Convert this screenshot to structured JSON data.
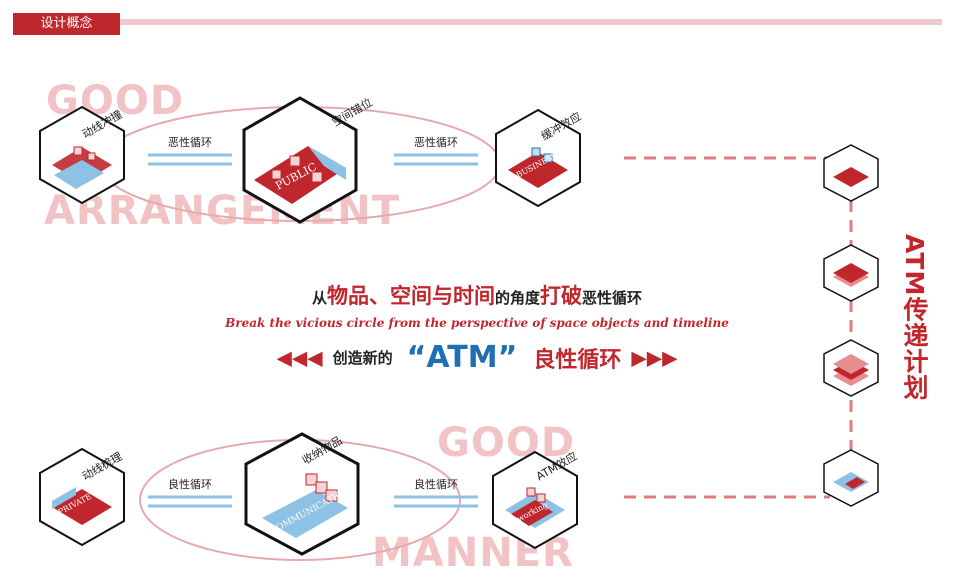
{
  "header": {
    "tag": "设计概念"
  },
  "ghost_words": {
    "top_1": "GOOD",
    "top_2": "ARRANGEMENT",
    "bottom_1": "GOOD",
    "bottom_2": "MANNER"
  },
  "top_row": {
    "box1_label": "动线冲撞",
    "arrow1_label": "恶性循环",
    "box2_label": "空间错位",
    "box2_sign": "PUBLIC",
    "arrow2_label": "恶性循环",
    "box3_label": "缓冲效应",
    "box3_sign": "BUSINESS"
  },
  "bottom_row": {
    "box1_label": "动线梳理",
    "box1_sign": "PRIVATE",
    "arrow1_label": "良性循环",
    "box2_label": "收纳物品",
    "box2_sign": "COMMUNICATION",
    "arrow2_label": "良性循环",
    "box3_label": "ATM效应",
    "box3_sign": "working"
  },
  "center": {
    "line1_pre": "从",
    "line1_red1": "物品、空间与时间",
    "line1_mid": "的角度",
    "line1_red2": "打破",
    "line1_post": "恶性循环",
    "line2": "Break the vicious circle from the perspective of space objects and timeline",
    "line3_chev_left": "◀◀◀",
    "line3_pre": "创造新的",
    "line3_atm": "“ATM”",
    "line3_post": "良性循环",
    "line3_chev_right": "▶▶▶"
  },
  "side": {
    "title": "ATM传递计划"
  },
  "colors": {
    "red": "#c0272d",
    "blue": "#1f6fb5",
    "pink": "#f2c3c5",
    "lightblue": "#8ec1e6"
  }
}
